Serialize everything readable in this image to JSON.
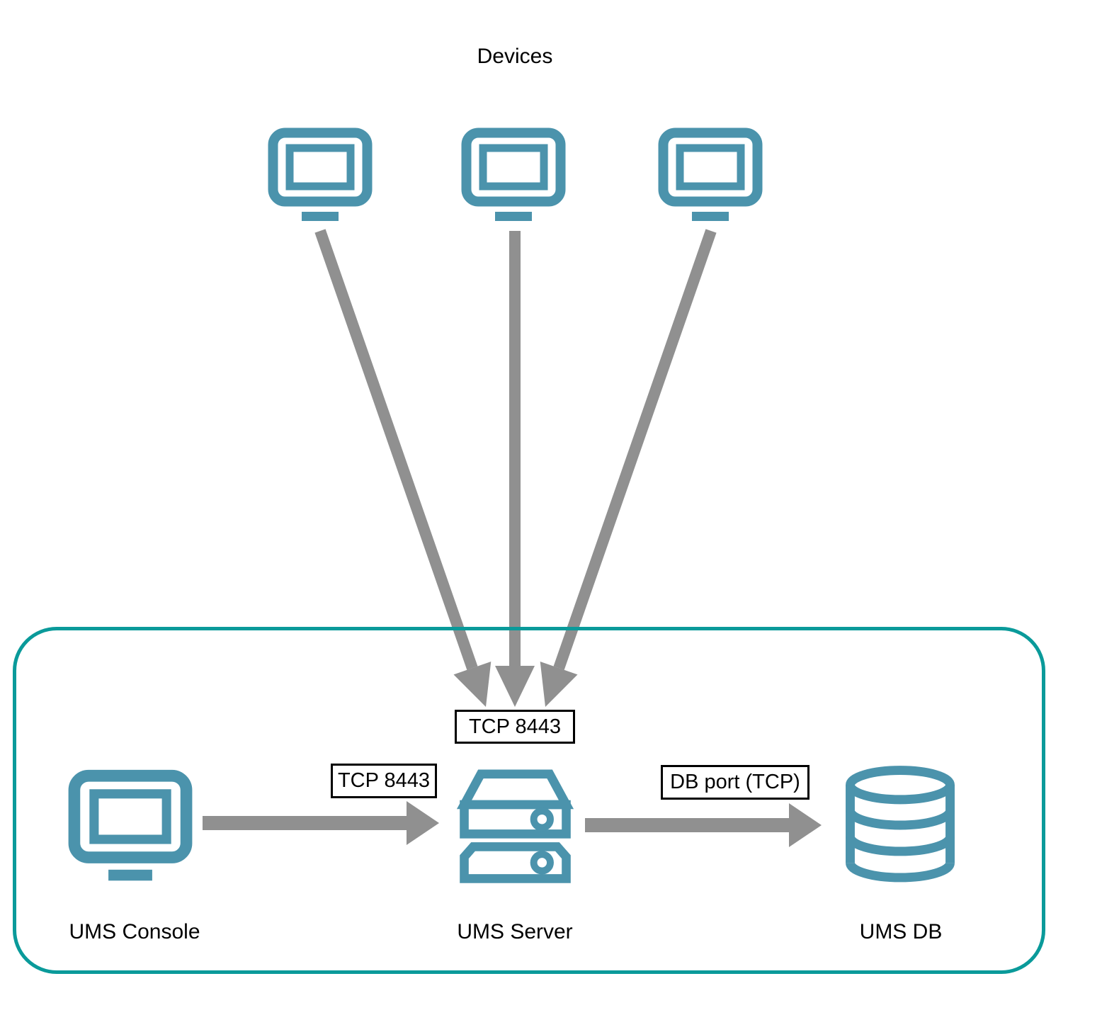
{
  "colors": {
    "icon_teal": "#4b93ac",
    "box_teal": "#0a9a9a",
    "arrow_gray": "#909090",
    "text_black": "#000000",
    "background": "#ffffff"
  },
  "diagram": {
    "devices_group_label": "Devices",
    "device_count": 3,
    "nodes": {
      "console": {
        "label": "UMS Console",
        "icon": "monitor-icon"
      },
      "server": {
        "label": "UMS Server",
        "icon": "server-stack-icon"
      },
      "db": {
        "label": "UMS DB",
        "icon": "database-cylinder-icon"
      }
    },
    "edges": {
      "devices_to_server": {
        "label": "TCP 8443"
      },
      "console_to_server": {
        "label": "TCP 8443"
      },
      "server_to_db": {
        "label": "DB port (TCP)"
      }
    }
  }
}
